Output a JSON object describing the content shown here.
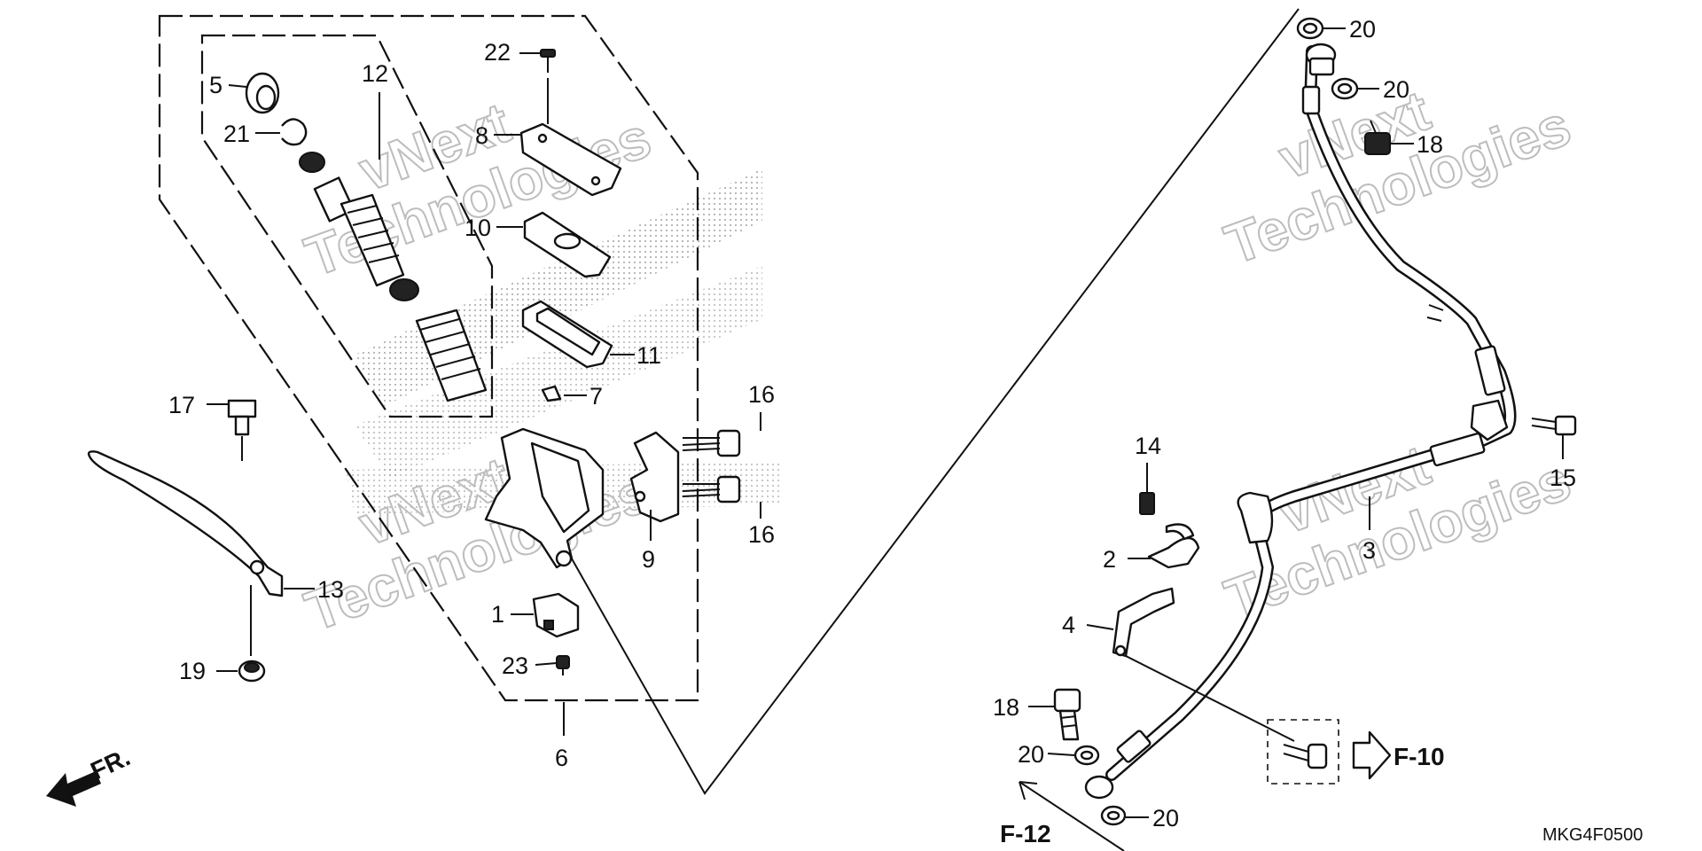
{
  "callouts": {
    "c1": "1",
    "c2": "2",
    "c3": "3",
    "c4": "4",
    "c5": "5",
    "c6": "6",
    "c7": "7",
    "c8": "8",
    "c9": "9",
    "c10": "10",
    "c11": "11",
    "c12": "12",
    "c13": "13",
    "c14": "14",
    "c15": "15",
    "c16a": "16",
    "c16b": "16",
    "c17": "17",
    "c18a": "18",
    "c18b": "18",
    "c19": "19",
    "c20a": "20",
    "c20b": "20",
    "c20c": "20",
    "c20d": "20",
    "c21": "21",
    "c22": "22",
    "c23": "23"
  },
  "references": {
    "f10": "F-10",
    "f12": "F-12"
  },
  "direction_label": "FR.",
  "diagram_code": "MKG4F0500",
  "watermark": {
    "line1": "vNext",
    "line2": "Technologies"
  },
  "colors": {
    "ink": "#111111",
    "watermark": "#bdbdbd",
    "background": "#ffffff"
  }
}
